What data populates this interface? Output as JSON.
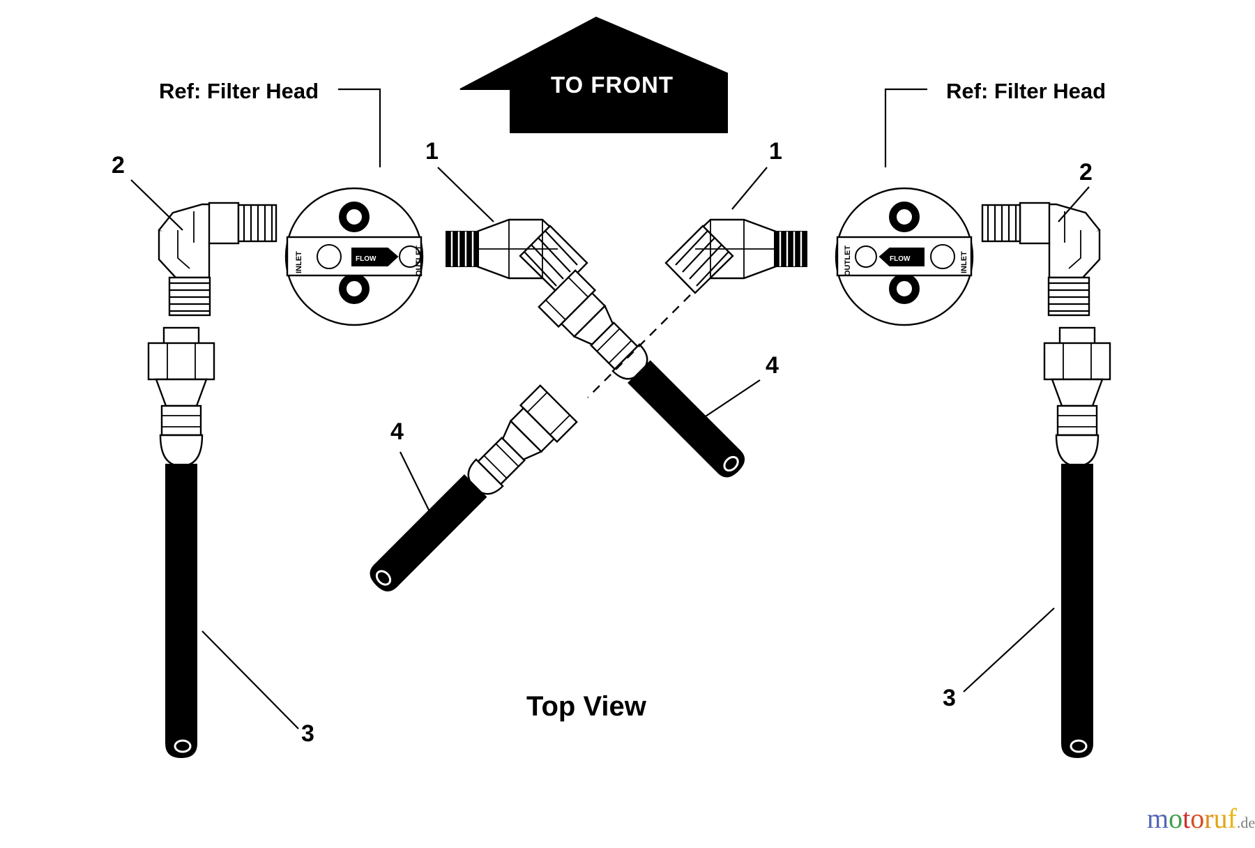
{
  "diagram": {
    "title": "Top View",
    "orientation_arrow": {
      "label": "TO FRONT",
      "direction": "up"
    },
    "reference_labels": [
      {
        "id": "ref-left",
        "text": "Ref: Filter Head"
      },
      {
        "id": "ref-right",
        "text": "Ref: Filter Head"
      }
    ],
    "callouts": [
      {
        "id": "callout-2-left",
        "number": "2"
      },
      {
        "id": "callout-1-left",
        "number": "1"
      },
      {
        "id": "callout-1-right",
        "number": "1"
      },
      {
        "id": "callout-2-right",
        "number": "2"
      },
      {
        "id": "callout-4-right",
        "number": "4"
      },
      {
        "id": "callout-4-left",
        "number": "4"
      },
      {
        "id": "callout-3-left",
        "number": "3"
      },
      {
        "id": "callout-3-right",
        "number": "3"
      }
    ],
    "filter_heads": [
      {
        "id": "filter-head-left",
        "inlet_label": "INLET",
        "outlet_label": "OUTLET",
        "flow_label": "FLOW"
      },
      {
        "id": "filter-head-right",
        "inlet_label": "INLET",
        "outlet_label": "OUTLET",
        "flow_label": "FLOW"
      }
    ],
    "parts": [
      {
        "number": "1",
        "name": "45-degree elbow adapter fitting"
      },
      {
        "number": "2",
        "name": "90-degree elbow adapter fitting"
      },
      {
        "number": "3",
        "name": "Vertical hydraulic hose assembly"
      },
      {
        "number": "4",
        "name": "Diagonal hydraulic hose assembly"
      }
    ],
    "colors": {
      "ink": "#000000",
      "paper": "#ffffff",
      "arrow_fill": "#000000",
      "arrow_text": "#ffffff"
    }
  },
  "watermark": {
    "letters": [
      {
        "char": "m",
        "color": "#5566b5"
      },
      {
        "char": "o",
        "color": "#3f9f4a"
      },
      {
        "char": "t",
        "color": "#cf2b2b"
      },
      {
        "char": "o",
        "color": "#d94a20"
      },
      {
        "char": "r",
        "color": "#e08a14"
      },
      {
        "char": "u",
        "color": "#e0a512"
      },
      {
        "char": "f",
        "color": "#e8b511"
      }
    ],
    "suffix": ".de",
    "suffix_color": "#808080"
  }
}
